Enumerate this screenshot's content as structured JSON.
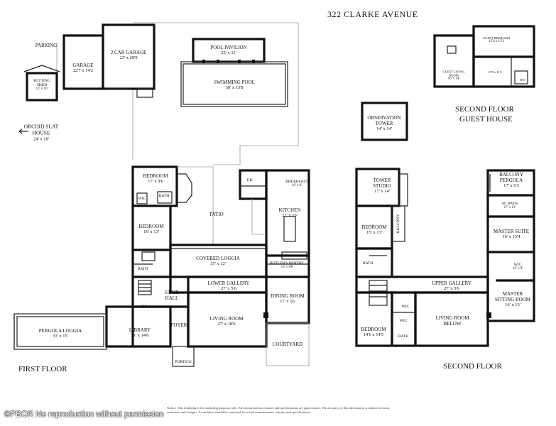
{
  "title": "322 CLARKE AVENUE",
  "floor_labels": {
    "first": "FIRST FLOOR",
    "second": "SECOND FLOOR",
    "guest_line1": "SECOND FLOOR",
    "guest_line2": "GUEST HOUSE"
  },
  "rooms": {
    "parking": {
      "name": "PARKING",
      "dim": ""
    },
    "garage": {
      "name": "GARAGE",
      "dim": "22'7 x 14'2"
    },
    "car_garage": {
      "name": "2 CAR GARAGE",
      "dim": "23' x 20'9"
    },
    "potting_shed": {
      "name": "POTTING SHED",
      "dim": "12' x 10'"
    },
    "pool_pavilion": {
      "name": "POOL PAVILION",
      "dim": "25' x 11'"
    },
    "swimming_pool": {
      "name": "SWIMMING POOL",
      "dim": "38' x 13'8"
    },
    "orchid_slat_house": {
      "name": "ORCHID SLAT HOUSE",
      "dim": "24' x 18'"
    },
    "bedroom_a": {
      "name": "BEDROOM",
      "dim": "17' x 9'6"
    },
    "wic_a": {
      "name": "WIC",
      "dim": ""
    },
    "bath_a": {
      "name": "BATH",
      "dim": ""
    },
    "bedroom_b": {
      "name": "BEDROOM",
      "dim": "16' x 13'"
    },
    "bath_b": {
      "name": "BATH",
      "dim": ""
    },
    "patio": {
      "name": "PATIO",
      "dim": ""
    },
    "covered_loggia": {
      "name": "COVERED LOGGIA",
      "dim": "35' x 12'"
    },
    "lower_gallery": {
      "name": "LOWER GALLERY",
      "dim": "27' x 5'6"
    },
    "stair_hall": {
      "name": "STAIR HALL",
      "dim": ""
    },
    "pr_first": {
      "name": "P.R.",
      "dim": ""
    },
    "foyer": {
      "name": "FOYER",
      "dim": ""
    },
    "library": {
      "name": "LIBRARY",
      "dim": "21' x 14'6"
    },
    "pergola_loggia": {
      "name": "PERGOLA LOGGIA",
      "dim": "33' x 15'"
    },
    "portico": {
      "name": "PORTICO",
      "dim": ""
    },
    "living_room": {
      "name": "LIVING ROOM",
      "dim": "27' x 18'6"
    },
    "dining_room": {
      "name": "DINING ROOM",
      "dim": "17' x 16'"
    },
    "courtyard": {
      "name": "COURTYARD",
      "dim": ""
    },
    "kitchen": {
      "name": "KITCHEN",
      "dim": "22' x 16'"
    },
    "breakfast": {
      "name": "BREAKFAST",
      "dim": "10' x 8'"
    },
    "pr_kitchen": {
      "name": "P.R.",
      "dim": ""
    },
    "butlers_pantry": {
      "name": "BUTLER'S PANTRY",
      "dim": "16' x 8'8"
    },
    "observation_tower": {
      "name": "OBSERVATION TOWER",
      "dim": "14' x 14'"
    },
    "tower_studio": {
      "name": "TOWER STUDIO",
      "dim": "17' x 14'"
    },
    "balcony_side": {
      "name": "BALCONY",
      "dim": ""
    },
    "bedroom_c": {
      "name": "BEDROOM",
      "dim": "15' x 13'"
    },
    "bath_c": {
      "name": "BATH",
      "dim": ""
    },
    "upper_gallery": {
      "name": "UPPER GALLERY",
      "dim": "27' x 5'6"
    },
    "living_room_below": {
      "name": "LIVING ROOM BELOW",
      "dim": ""
    },
    "wic_c": {
      "name": "WIC",
      "dim": ""
    },
    "wic_d": {
      "name": "WIC",
      "dim": ""
    },
    "bedroom_d": {
      "name": "BEDROOM",
      "dim": "14'6 x 14'5"
    },
    "bath_d": {
      "name": "BATH",
      "dim": ""
    },
    "balcony_pergola": {
      "name": "BALCONY PERGOLA",
      "dim": "17' x 6'3"
    },
    "m_bath": {
      "name": "M. BATH",
      "dim": "17' x 13'"
    },
    "master_suite": {
      "name": "MASTER SUITE",
      "dim": "16' x 15'4"
    },
    "wic_master": {
      "name": "WIC",
      "dim": "12' x 9'"
    },
    "master_sitting": {
      "name": "MASTER SITTING ROOM",
      "dim": "16' x 13'"
    },
    "guest_bedroom": {
      "name": "GUEST BEDROOM",
      "dim": "15'6 x 13'2"
    },
    "guest_living": {
      "name": "GUEST LIVING ROOM",
      "dim": "16' x 14'"
    },
    "guest_room3": {
      "name": "",
      "dim": "15'9 x 11'6"
    },
    "guest_wic": {
      "name": "WIC",
      "dim": ""
    }
  },
  "notice": "Notice: This rendering is for marketing purposes only. All measurements, features and specifications are approximate. The accuracy of this information is subject to errors, omissions and changes. An architect should be contacted for actual measurements, features and specifications.",
  "watermark": "©PBOR No reproduction without permission"
}
